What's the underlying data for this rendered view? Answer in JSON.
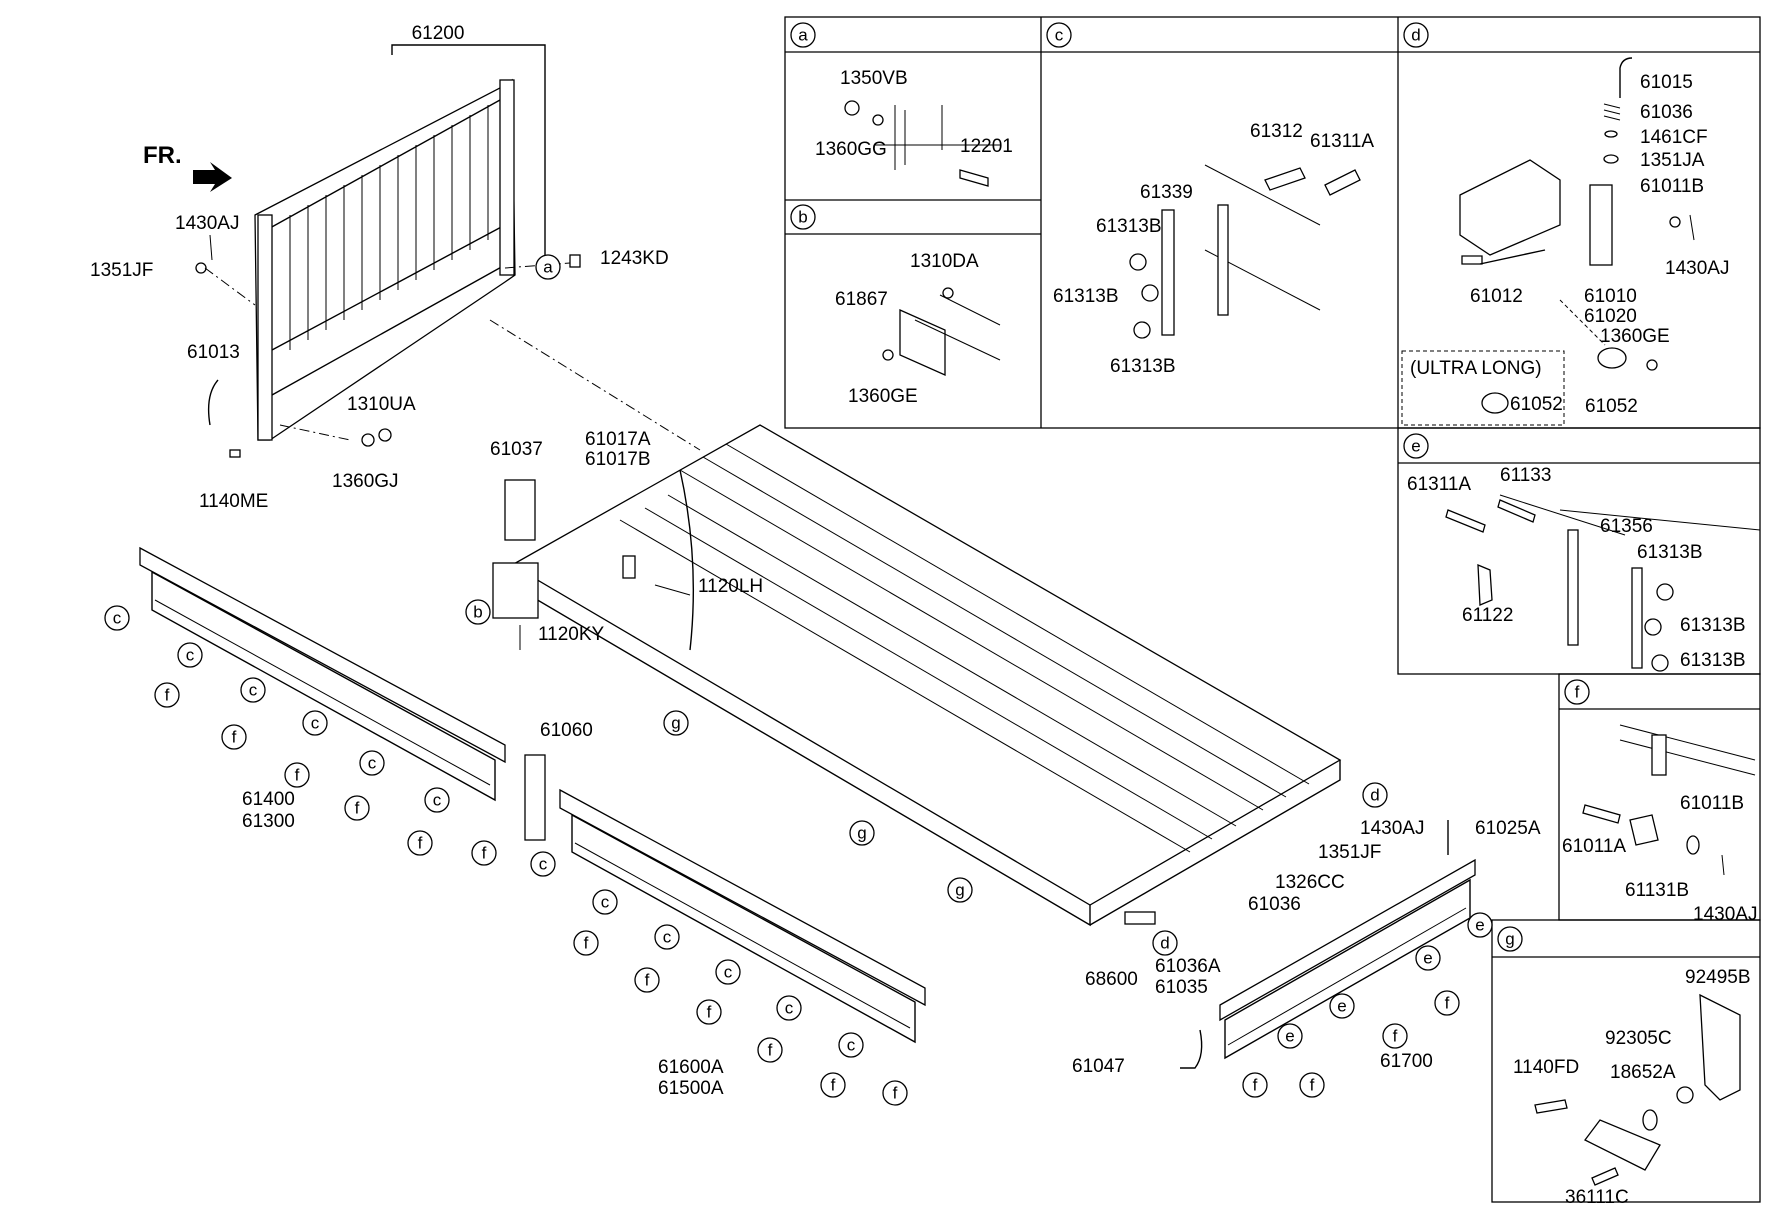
{
  "direction_label": "FR.",
  "main_labels": [
    {
      "id": "61200",
      "t": "61200"
    },
    {
      "id": "1430AJ_a",
      "t": "1430AJ"
    },
    {
      "id": "1351JF_a",
      "t": "1351JF"
    },
    {
      "id": "1243KD",
      "t": "1243KD"
    },
    {
      "id": "61013",
      "t": "61013"
    },
    {
      "id": "1310UA",
      "t": "1310UA"
    },
    {
      "id": "1360GJ",
      "t": "1360GJ"
    },
    {
      "id": "1140ME",
      "t": "1140ME"
    },
    {
      "id": "61037",
      "t": "61037"
    },
    {
      "id": "61017A",
      "t": "61017A"
    },
    {
      "id": "61017B",
      "t": "61017B"
    },
    {
      "id": "1120LH",
      "t": "1120LH"
    },
    {
      "id": "1120KY",
      "t": "1120KY"
    },
    {
      "id": "61060",
      "t": "61060"
    },
    {
      "id": "61400",
      "t": "61400"
    },
    {
      "id": "61300",
      "t": "61300"
    },
    {
      "id": "61600A",
      "t": "61600A"
    },
    {
      "id": "61500A",
      "t": "61500A"
    },
    {
      "id": "1430AJ_b",
      "t": "1430AJ"
    },
    {
      "id": "61025A",
      "t": "61025A"
    },
    {
      "id": "1351JF_b",
      "t": "1351JF"
    },
    {
      "id": "1326CC",
      "t": "1326CC"
    },
    {
      "id": "61036_main",
      "t": "61036"
    },
    {
      "id": "68600",
      "t": "68600"
    },
    {
      "id": "61036A",
      "t": "61036A"
    },
    {
      "id": "61035",
      "t": "61035"
    },
    {
      "id": "61047",
      "t": "61047"
    },
    {
      "id": "61700",
      "t": "61700"
    }
  ],
  "detail_a": {
    "tag": "a",
    "labels": [
      "1350VB",
      "1360GG",
      "12201"
    ]
  },
  "detail_b": {
    "tag": "b",
    "labels": [
      "1310DA",
      "61867",
      "1360GE"
    ]
  },
  "detail_c": {
    "tag": "c",
    "labels": [
      "61312",
      "61311A",
      "61339",
      "61313B",
      "61313B",
      "61313B"
    ]
  },
  "detail_d": {
    "tag": "d",
    "labels": [
      "61015",
      "61036",
      "1461CF",
      "1351JA",
      "61011B",
      "1430AJ",
      "61012",
      "61010",
      "61020",
      "1360GE",
      "61052"
    ],
    "ultra_long_label": "(ULTRA LONG)",
    "ultra_long_part": "61052"
  },
  "detail_e": {
    "tag": "e",
    "labels": [
      "61311A",
      "61133",
      "61356",
      "61313B",
      "61122",
      "61313B",
      "61313B"
    ]
  },
  "detail_f": {
    "tag": "f",
    "labels": [
      "61011B",
      "61011A",
      "61131B",
      "1430AJ"
    ]
  },
  "detail_g": {
    "tag": "g",
    "labels": [
      "92495B",
      "92305C",
      "1140FD",
      "18652A",
      "36111C"
    ]
  },
  "callouts": {
    "a": "a",
    "b": "b",
    "c": "c",
    "d": "d",
    "e": "e",
    "f": "f",
    "g": "g"
  }
}
